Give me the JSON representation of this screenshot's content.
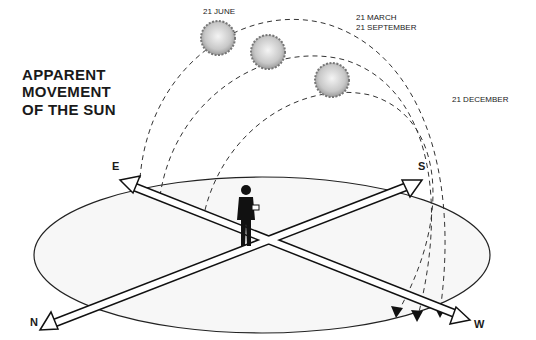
{
  "diagram": {
    "title": "APPARENT MOVEMENT OF THE SUN",
    "labels": [
      "21 JUNE",
      "21 MARCH",
      "21 SEPTEMBER",
      "21 DECEMBER",
      "E",
      "S",
      "N",
      "W"
    ]
  }
}
